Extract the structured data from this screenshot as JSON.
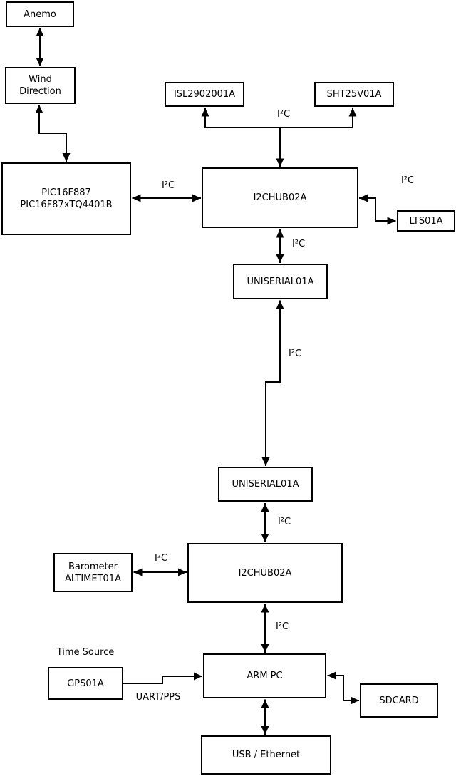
{
  "diagram": {
    "type": "block-diagram",
    "colors": {
      "background": "#ffffff",
      "line": "#000000",
      "box_fill": "#ffffff",
      "text": "#000000"
    },
    "nodes": {
      "anemo": {
        "label": "Anemo"
      },
      "wind_direction": {
        "line1": "Wind",
        "line2": "Direction"
      },
      "pic": {
        "line1": "PIC16F887",
        "line2": "PIC16F87xTQ4401B"
      },
      "isl": {
        "label": "ISL2902001A"
      },
      "sht": {
        "label": "SHT25V01A"
      },
      "i2chub_top": {
        "label": "I2CHUB02A"
      },
      "lts": {
        "label": "LTS01A"
      },
      "uniserial_upper": {
        "label": "UNISERIAL01A"
      },
      "uniserial_lower": {
        "label": "UNISERIAL01A"
      },
      "i2chub_bottom": {
        "label": "I2CHUB02A"
      },
      "barometer": {
        "line1": "Barometer",
        "line2": "ALTIMET01A"
      },
      "arm_pc": {
        "label": "ARM PC"
      },
      "gps": {
        "label": "GPS01A"
      },
      "sdcard": {
        "label": "SDCARD"
      },
      "usb_ethernet": {
        "label": "USB / Ethernet"
      }
    },
    "labels": {
      "i2c": "I²C",
      "time_source": "Time Source",
      "uart_pps": "UART/PPS"
    }
  }
}
